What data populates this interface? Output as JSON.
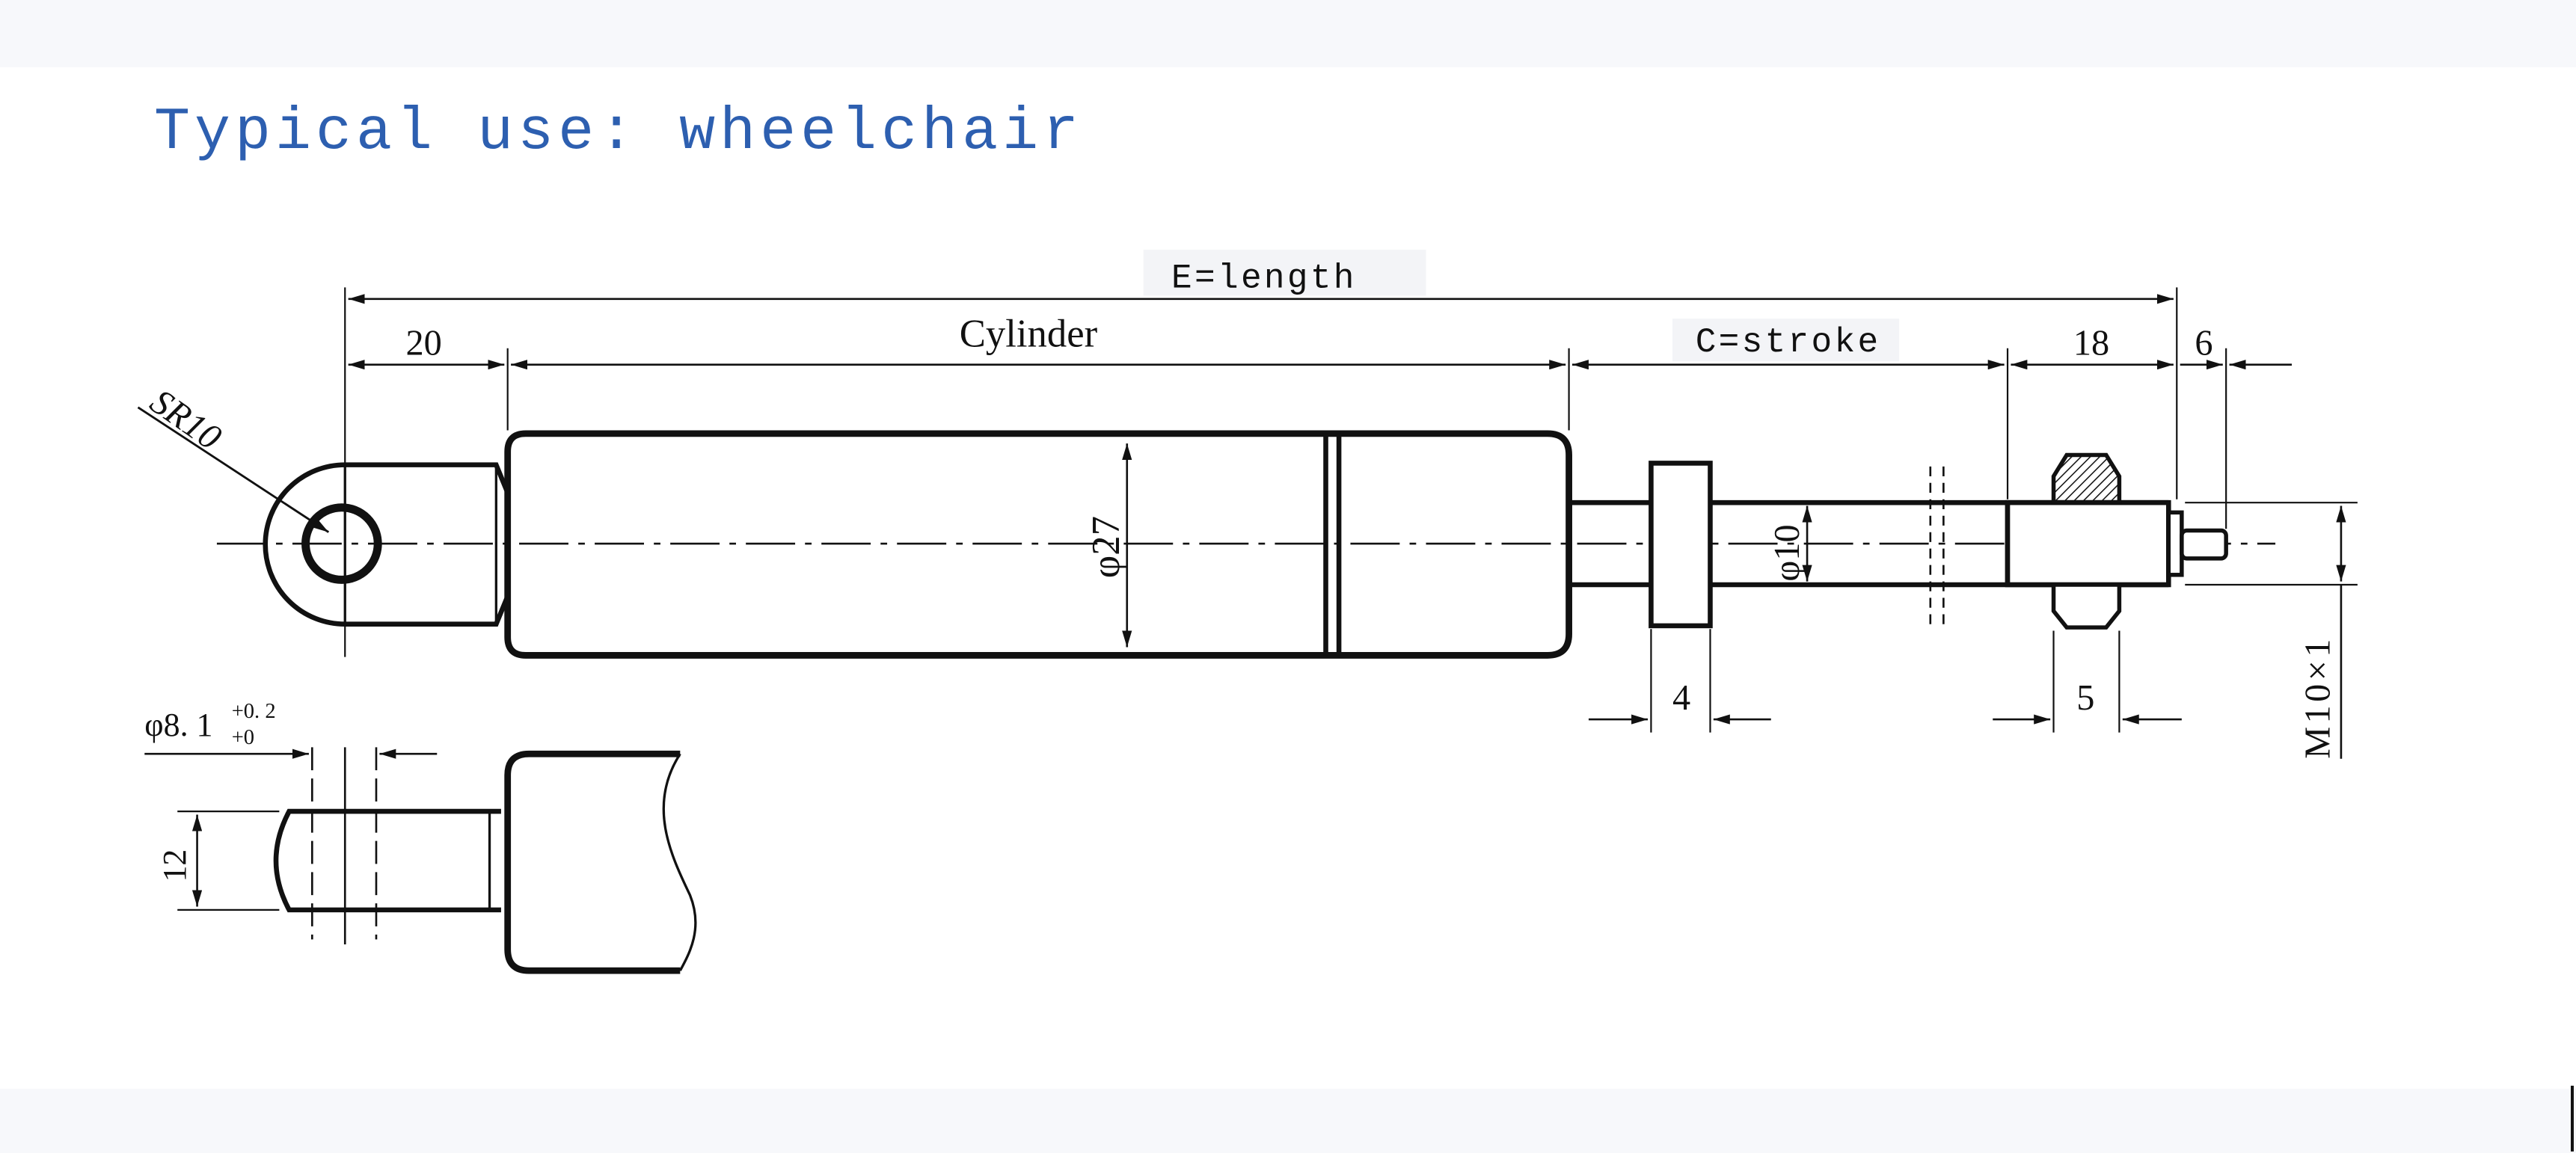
{
  "title": "Typical use: wheelchair",
  "colors": {
    "title": "#2d5fb0",
    "line": "#111111",
    "background": "#ffffff",
    "page_band": "#f7f8fb"
  },
  "labels": {
    "overall_length": "E=length",
    "cylinder": "Cylinder",
    "stroke": "C=stroke",
    "eye_offset": "20",
    "end_fitting": "18",
    "pin_length": "6",
    "sphere_radius": "SR10",
    "cylinder_diameter": "φ27",
    "rod_diameter": "φ10",
    "collar_width": "4",
    "nut_width": "5",
    "thread": "M10×1",
    "hole_diameter_base": "φ8. 1",
    "tol_upper": "+0. 2",
    "tol_lower": "+0",
    "eye_width": "12"
  }
}
